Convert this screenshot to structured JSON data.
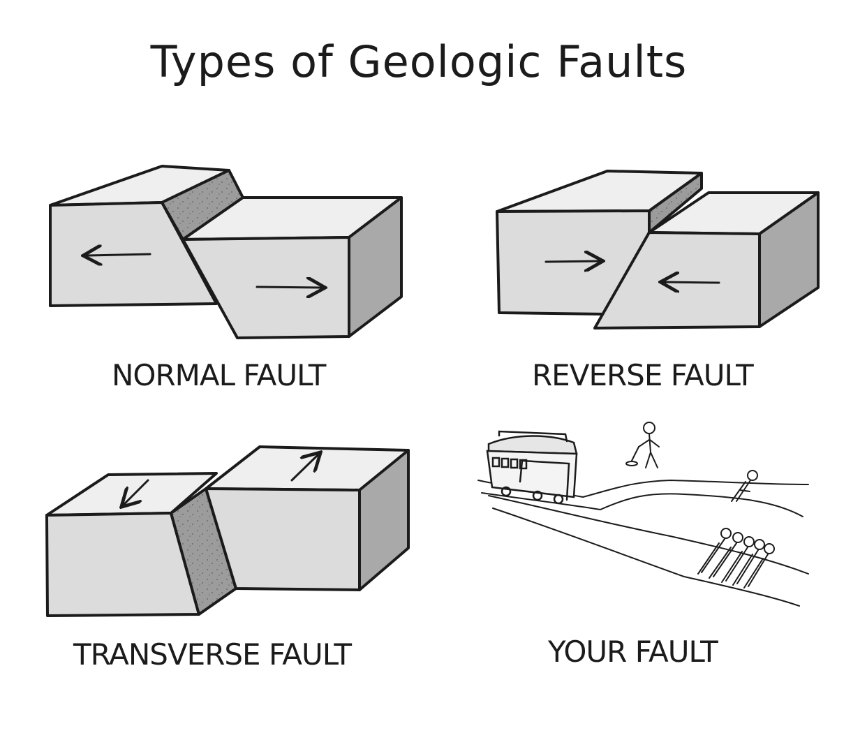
{
  "title": "Types of Geologic Faults",
  "panels": [
    {
      "label": "NORMAL FAULT"
    },
    {
      "label": "REVERSE FAULT"
    },
    {
      "label": "TRANSVERSE FAULT"
    },
    {
      "label": "YOUR FAULT"
    }
  ],
  "colors": {
    "ink": "#1b1b1b",
    "top": "#efefef",
    "front": "#dcdcdc",
    "side": "#a9a9a9",
    "fault": "#9c9c9c"
  }
}
